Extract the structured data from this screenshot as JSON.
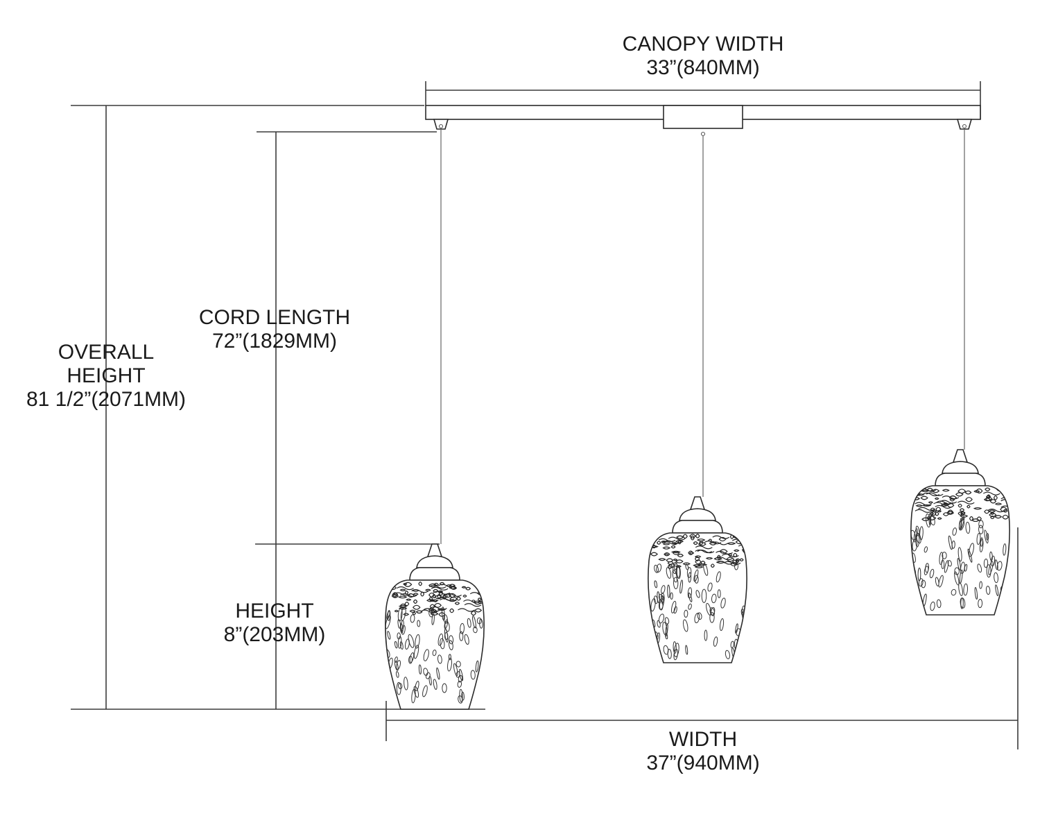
{
  "dimensions": {
    "canopy_width": {
      "label": "CANOPY WIDTH",
      "value": "33”(840MM)"
    },
    "overall_height": {
      "label_line1": "OVERALL",
      "label_line2": "HEIGHT",
      "value": "81 1/2”(2071MM)"
    },
    "cord_length": {
      "label": "CORD LENGTH",
      "value": "72”(1829MM)"
    },
    "height": {
      "label": "HEIGHT",
      "value": "8”(203MM)"
    },
    "width": {
      "label": "WIDTH",
      "value": "37”(940MM)"
    }
  }
}
